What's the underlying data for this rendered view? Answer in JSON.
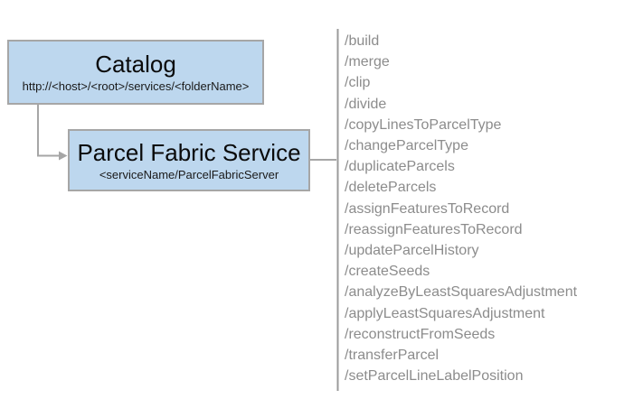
{
  "diagram": {
    "catalog_box": {
      "title": "Catalog",
      "subtitle": "http://<host>/<root>/services/<folderName>"
    },
    "service_box": {
      "title": "Parcel Fabric Service",
      "subtitle": "<serviceName/ParcelFabricServer"
    }
  },
  "endpoints": {
    "items": [
      "/build",
      "/merge",
      "/clip",
      "/divide",
      "/copyLinesToParcelType",
      "/changeParcelType",
      "/duplicateParcels",
      "/deleteParcels",
      "/assignFeaturesToRecord",
      "/reassignFeaturesToRecord",
      "/updateParcelHistory",
      "/createSeeds",
      "/analyzeByLeastSquaresAdjustment",
      "/applyLeastSquaresAdjustment",
      "/reconstructFromSeeds",
      "/transferParcel",
      "/setParcelLineLabelPosition"
    ]
  },
  "colors": {
    "box_fill": "#BDD7EE",
    "box_border": "#A6A6A6",
    "connector": "#A6A6A6",
    "divider": "#9B9B9B",
    "list_text": "#8C8C8C",
    "title_text": "#0A0A0A"
  }
}
